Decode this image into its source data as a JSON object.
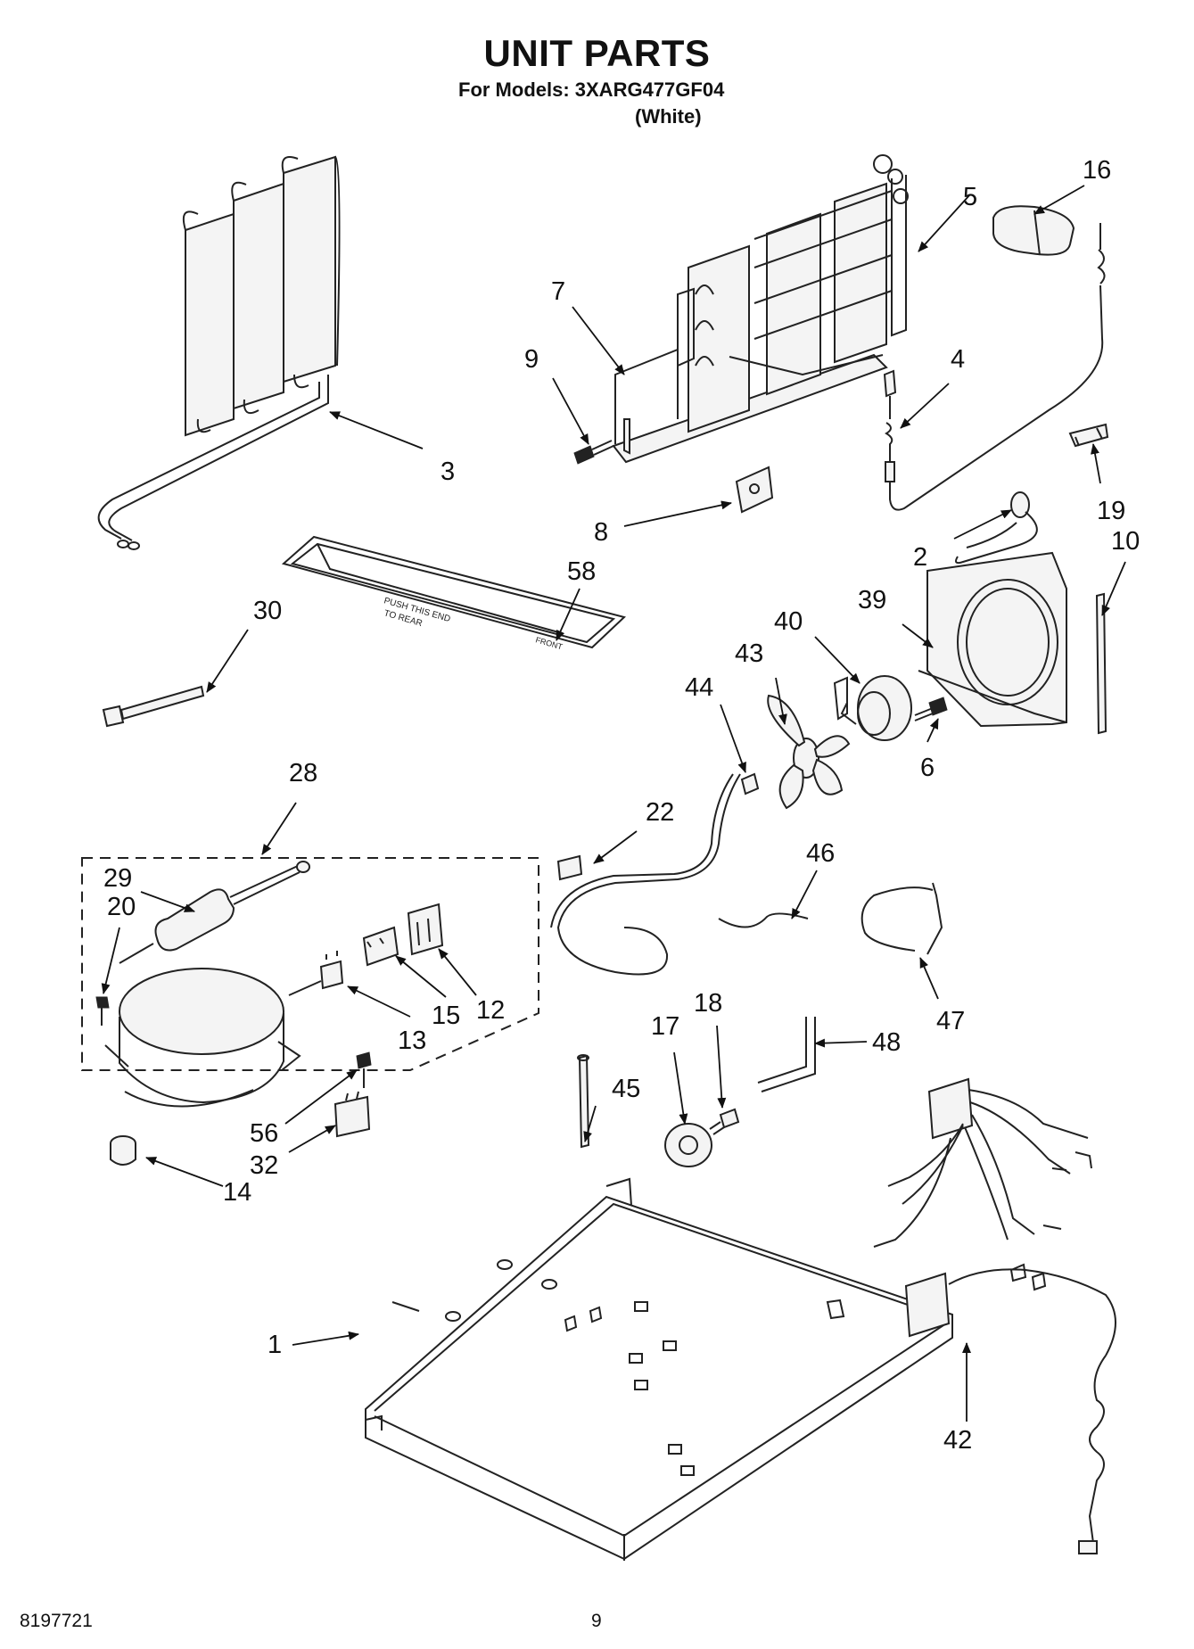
{
  "header": {
    "title": "UNIT PARTS",
    "models_line": "For Models: 3XARG477GF04",
    "color_line": "(White)"
  },
  "footer": {
    "doc_number": "8197721",
    "page_number": "9"
  },
  "callouts": [
    "1",
    "2",
    "3",
    "4",
    "5",
    "6",
    "7",
    "8",
    "9",
    "10",
    "12",
    "13",
    "14",
    "15",
    "16",
    "17",
    "18",
    "19",
    "20",
    "22",
    "28",
    "29",
    "30",
    "32",
    "39",
    "40",
    "42",
    "43",
    "44",
    "45",
    "46",
    "47",
    "48",
    "56",
    "58"
  ],
  "labels": {
    "tray_text_1": "PUSH THIS END",
    "tray_text_2": "TO REAR",
    "tray_text_3": "FRONT"
  }
}
